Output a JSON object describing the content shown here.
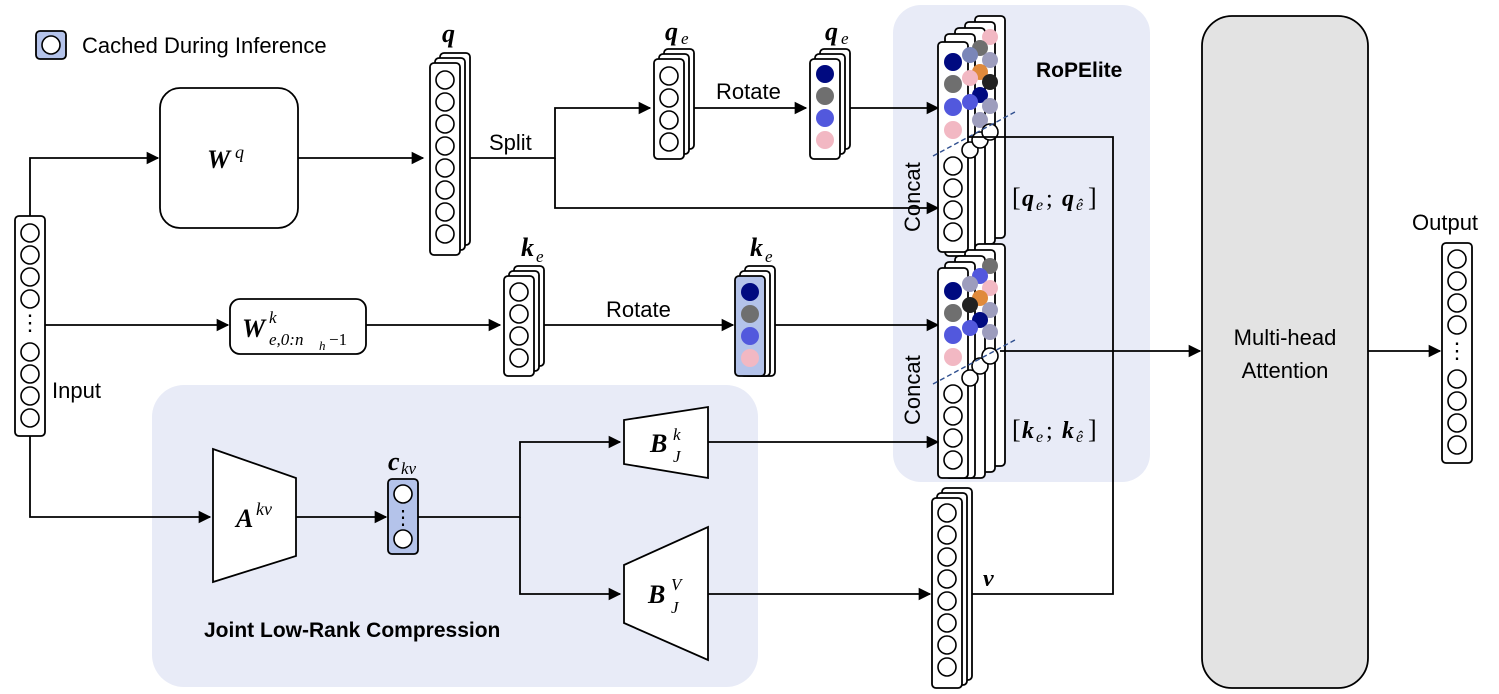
{
  "legend": {
    "label": "Cached During Inference"
  },
  "labels": {
    "q": "q",
    "qe": "q",
    "qe_sub": "e",
    "qe_rot": "q",
    "qe_rot_sub": "e",
    "ke": "k",
    "ke_sub": "e",
    "ke_rot": "k",
    "ke_rot_sub": "e",
    "split": "Split",
    "rotate_q": "Rotate",
    "rotate_k": "Rotate",
    "input": "Input",
    "output": "Output",
    "concat_top": "Concat",
    "concat_bottom": "Concat",
    "ropelite": "RoPElite",
    "joint": "Joint Low-Rank Compression",
    "ckv": "c",
    "ckv_sub": "kv",
    "v": "v",
    "mha_line1": "Multi-head",
    "mha_line2": "Attention"
  },
  "matrices": {
    "wq": "W",
    "wq_sup": "q",
    "wk": "W",
    "wk_sup": "k",
    "wk_sub": "e,0:n",
    "wk_sub2": "h",
    "wk_sub3": "−1",
    "akv": "A",
    "akv_sup": "kv",
    "bk": "B",
    "bk_sup": "k",
    "bk_sub": "J",
    "bv": "B",
    "bv_sup": "V",
    "bv_sub": "J"
  },
  "concat_q_label": {
    "open": "[",
    "a": "q",
    "a_sub": "e",
    "sep": "; ",
    "b": "q",
    "b_sub": "ê",
    "close": "]"
  },
  "concat_k_label": {
    "open": "[",
    "a": "k",
    "a_sub": "e",
    "sep": "; ",
    "b": "k",
    "b_sub": "ê",
    "close": "]"
  },
  "colors": {
    "panel_bg": "#e8ebf7",
    "cached_fill": "#b4c3ea",
    "attention_fill": "#e3e3e3",
    "dark_blue": "#000a80",
    "gray": "#6f6f6f",
    "mid_blue": "#5258dd",
    "pink": "#f2b8c3",
    "orange": "#e08a3c",
    "dashed": "#2f4f8f"
  }
}
